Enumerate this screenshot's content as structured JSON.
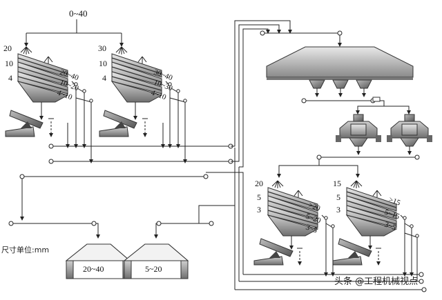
{
  "diagram": {
    "feed_size": "0~40",
    "unit_note": "尺寸单位:mm",
    "screen1": {
      "sizes": [
        "20",
        "10",
        "4"
      ],
      "outputs": [
        "20~40",
        "10~20",
        "4~10"
      ]
    },
    "screen2": {
      "sizes": [
        "30",
        "10",
        "4"
      ],
      "outputs": [
        "30~40",
        "10~30",
        "4~10"
      ]
    },
    "screen3": {
      "sizes": [
        "20",
        "5",
        "3"
      ],
      "outputs": [
        ">20",
        "5~20",
        "3~5"
      ]
    },
    "screen4": {
      "sizes": [
        "15",
        "5",
        "3"
      ],
      "outputs": [
        ">15",
        "5~15",
        "3~5"
      ]
    },
    "stockpile_left": "20~40",
    "stockpile_right": "5~20",
    "watermark": "头条 @工程机械视点"
  }
}
